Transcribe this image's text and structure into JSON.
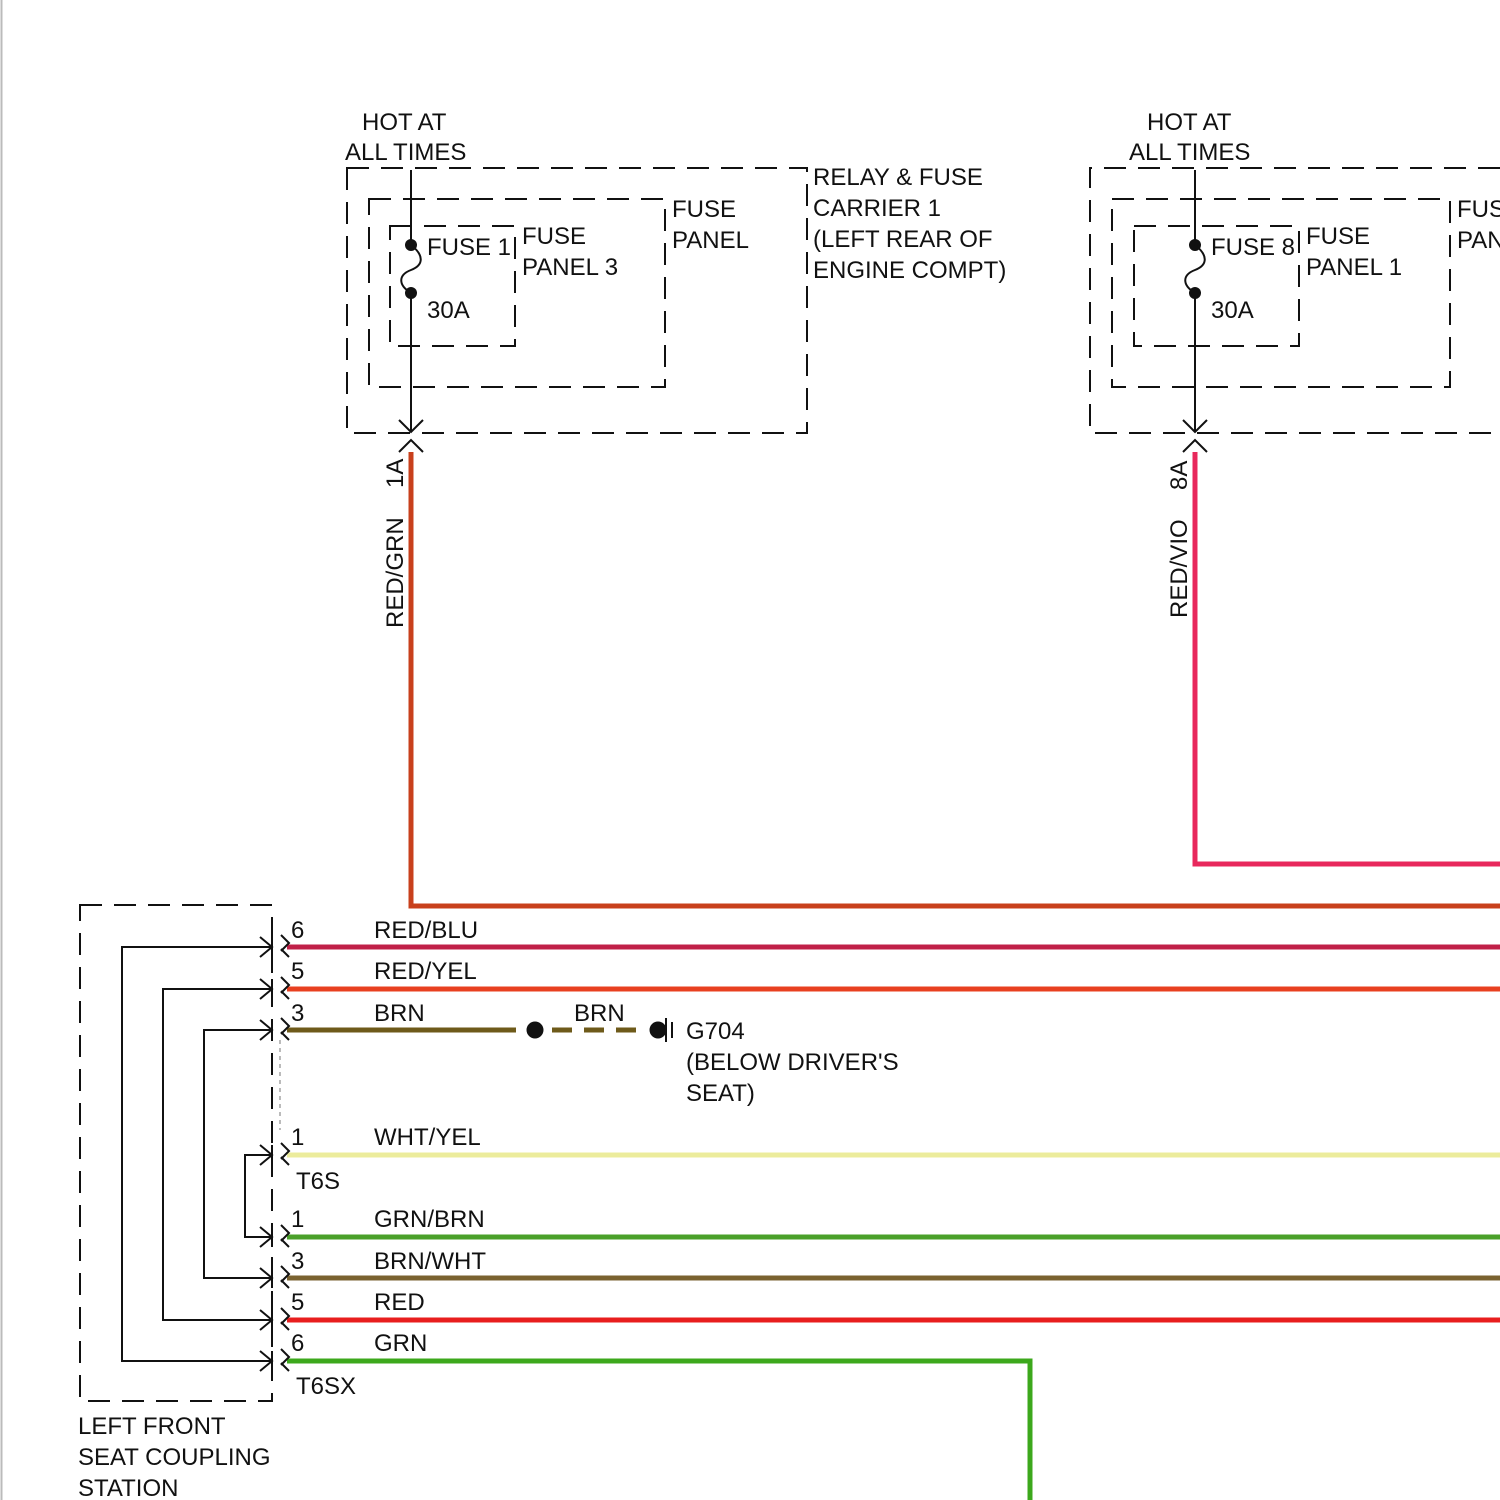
{
  "colors": {
    "RED/GRN": "#c8401c",
    "RED/VIO": "#e8285c",
    "RED/BLU": "#c02048",
    "RED/YEL": "#e84020",
    "BRN": "#6e5a1a",
    "WHT/YEL": "#ecec9c",
    "GRN/BRN": "#4aa02a",
    "BRN/WHT": "#7a6230",
    "RED": "#e81e1e",
    "GRN": "#3ca81c",
    "outline": "#111111"
  },
  "fuse_group_1": {
    "hot": [
      "HOT AT",
      "ALL TIMES"
    ],
    "carrier": [
      "RELAY & FUSE",
      "CARRIER 1",
      "(LEFT REAR OF",
      "ENGINE COMPT)"
    ],
    "panel_outer": [
      "FUSE",
      "PANEL"
    ],
    "panel_inner": [
      "FUSE",
      "PANEL 3"
    ],
    "fuse_name": "FUSE 1",
    "fuse_rating": "30A",
    "terminal": "1A",
    "wire_color": "RED/GRN"
  },
  "fuse_group_2": {
    "hot": [
      "HOT AT",
      "ALL TIMES"
    ],
    "panel_outer": [
      "FUS",
      "PAN"
    ],
    "panel_inner": [
      "FUSE",
      "PANEL 1"
    ],
    "fuse_name": "FUSE 8",
    "fuse_rating": "30A",
    "terminal": "8A",
    "wire_color": "RED/VIO"
  },
  "connector_t6s": {
    "name": "T6S",
    "pins": [
      {
        "pin": "6",
        "color": "RED/BLU"
      },
      {
        "pin": "5",
        "color": "RED/YEL"
      },
      {
        "pin": "3",
        "color": "BRN"
      },
      {
        "pin": "1",
        "color": "WHT/YEL"
      }
    ]
  },
  "connector_t6sx": {
    "name": "T6SX",
    "pins": [
      {
        "pin": "1",
        "color": "GRN/BRN"
      },
      {
        "pin": "3",
        "color": "BRN/WHT"
      },
      {
        "pin": "5",
        "color": "RED"
      },
      {
        "pin": "6",
        "color": "GRN"
      }
    ]
  },
  "ground": {
    "wire_color": "BRN",
    "name": "G704",
    "location": [
      "(BELOW DRIVER'S",
      "SEAT)"
    ]
  },
  "station": [
    "LEFT FRONT",
    "SEAT COUPLING",
    "STATION"
  ]
}
